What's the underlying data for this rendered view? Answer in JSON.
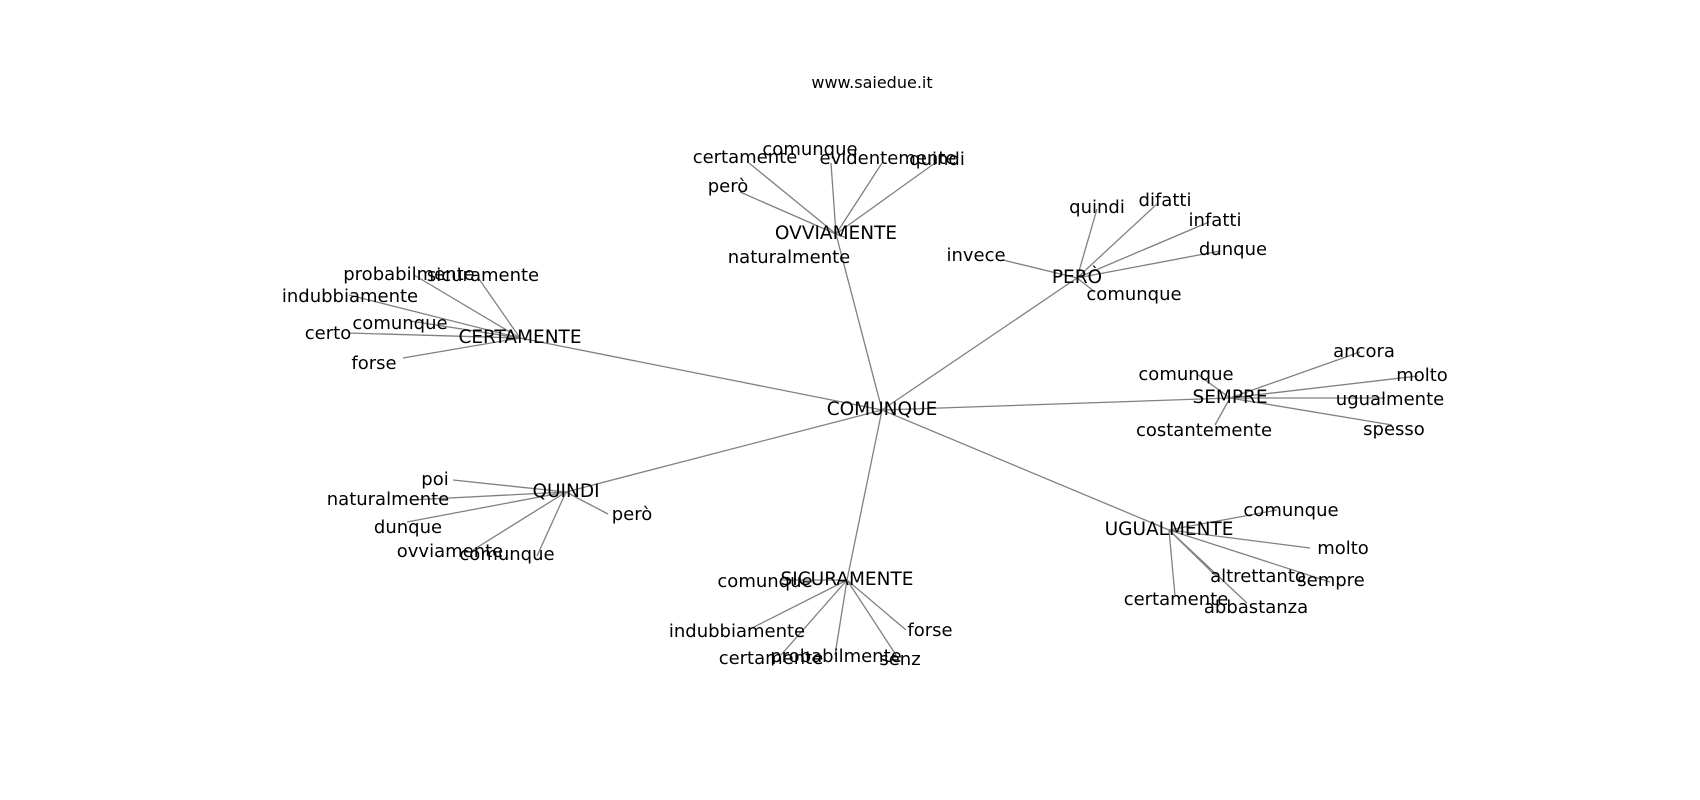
{
  "title": "www.saiedue.it",
  "edge_color": "#808080",
  "text_color": "#000000",
  "root": "COMUNQUE",
  "clusters": [
    {
      "hub": "OVVIAMENTE",
      "leaves": [
        "comunque",
        "certamente",
        "evidentemente",
        "quindi",
        "però",
        "naturalmente"
      ]
    },
    {
      "hub": "PERÒ",
      "leaves": [
        "quindi",
        "difatti",
        "infatti",
        "dunque",
        "invece",
        "comunque"
      ]
    },
    {
      "hub": "CERTAMENTE",
      "leaves": [
        "probabilmente",
        "sicuramente",
        "indubbiamente",
        "comunque",
        "certo",
        "forse"
      ]
    },
    {
      "hub": "SEMPRE",
      "leaves": [
        "ancora",
        "comunque",
        "molto",
        "ugualmente",
        "costantemente",
        "spesso"
      ]
    },
    {
      "hub": "QUINDI",
      "leaves": [
        "poi",
        "naturalmente",
        "dunque",
        "ovviamente",
        "comunque",
        "però"
      ]
    },
    {
      "hub": "UGUALMENTE",
      "leaves": [
        "comunque",
        "molto",
        "altrettanto",
        "sempre",
        "certamente",
        "abbastanza"
      ]
    },
    {
      "hub": "SICURAMENTE",
      "leaves": [
        "comunque",
        "indubbiamente",
        "forse",
        "certamente",
        "probabilmente",
        "senz"
      ]
    }
  ]
}
